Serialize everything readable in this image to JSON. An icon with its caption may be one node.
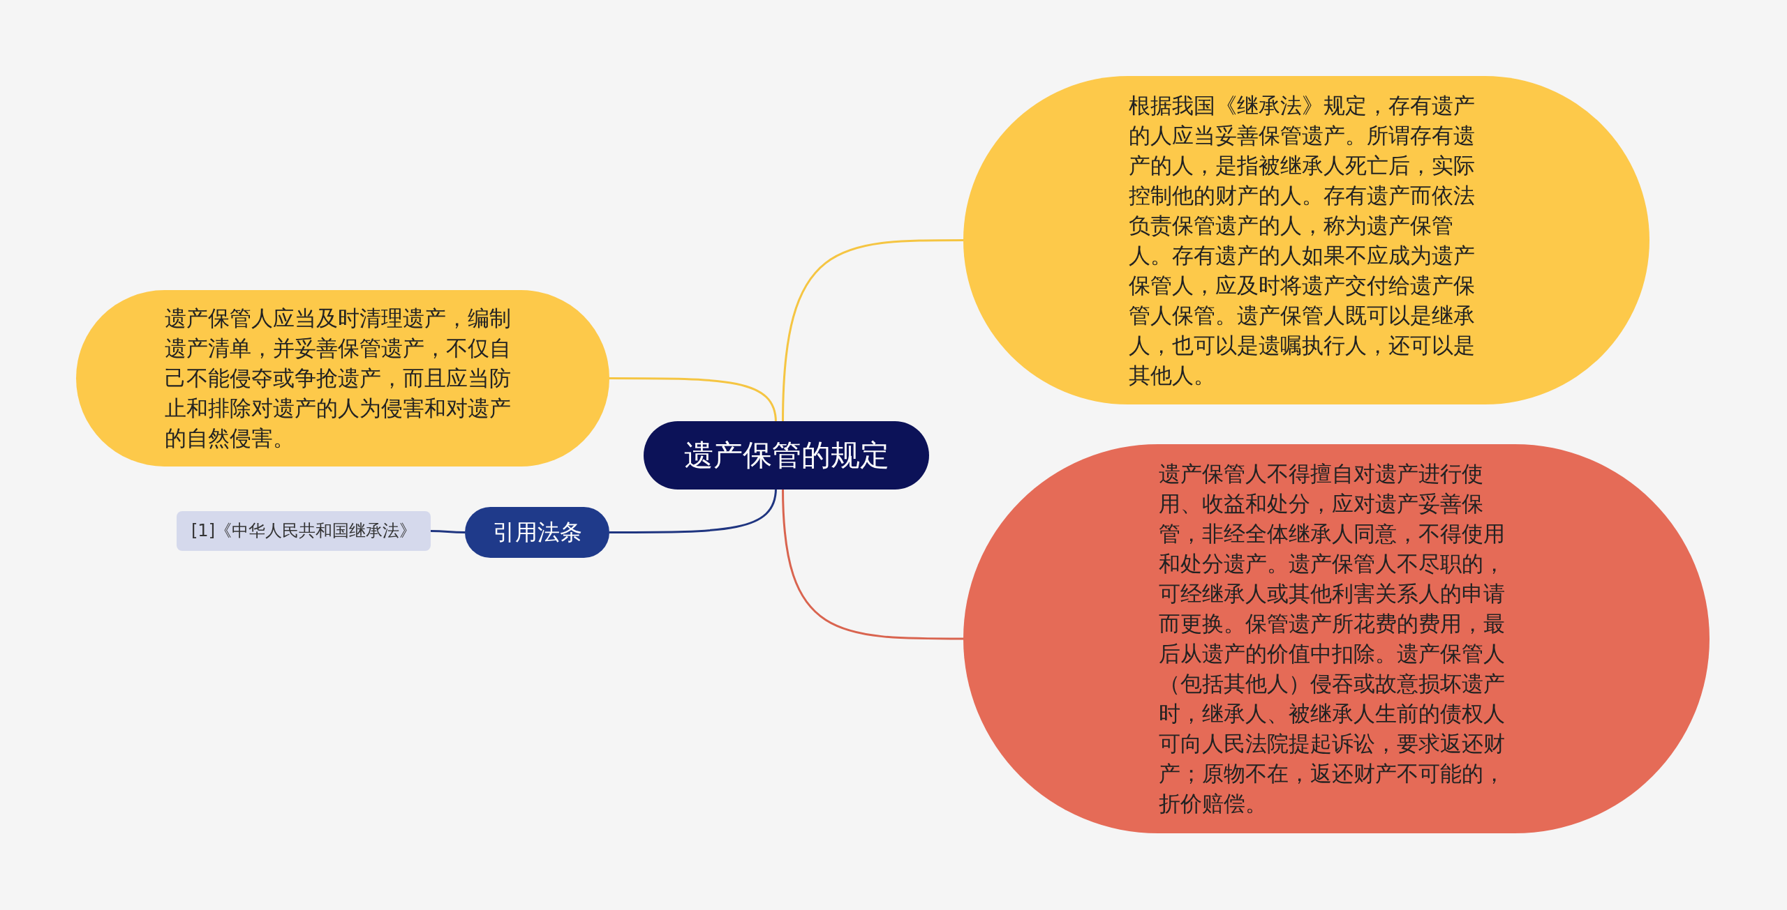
{
  "diagram": {
    "nodes": [
      {
        "text": [
          "遗产保管的规定"
        ]
      },
      {
        "text": [
          "根据我国《继承法》规定，存有遗产的人应当妥善保管遗产。所谓存有遗产的人，是指被继承人死亡后，实际控制他的财产的人。存有遗产而依法负责保管遗产的人，称为遗产保管人。存有遗产的人如果不应成为遗产保管人，应及时将遗产交付给遗产保管人保管。遗产保管人既可以是继承人，也可以是遗嘱执行人，还可以是其他人。"
        ]
      },
      {
        "text": [
          "遗产保管人应当及时清理遗产，编制遗产清单，并妥善保管遗产，不仅自己不能侵夺或争抢遗产，而且应当防止和排除对遗产的人为侵害和对遗产的自然侵害。"
        ]
      },
      {
        "text": [
          "遗产保管人不得擅自对遗产进行使用、收益和处分，应对遗产妥善保管，非经全体继承人同意，不得使用和处分遗产。遗产保管人不尽职的，可经继承人或其他利害关系人的申请而更换。保管遗产所花费的费用，最后从遗产的价值中扣除。遗产保管人（包括其他人）侵吞或故意损坏遗产时，继承人、被继承人生前的债权人可向人民法院提起诉讼，要求返还财产；原物不在，返还财产不可能的，折价赔偿。"
        ]
      },
      {
        "text": [
          "引用法条"
        ]
      },
      {
        "text": [
          "[1]《中华人民共和国继承法》"
        ]
      }
    ],
    "edges": [
      {
        "from": 0,
        "to": 1,
        "arrow": "none",
        "color": "#f5c542"
      },
      {
        "from": 0,
        "to": 2,
        "arrow": "none",
        "color": "#f5c542"
      },
      {
        "from": 0,
        "to": 3,
        "arrow": "none",
        "color": "#d9644f"
      },
      {
        "from": 0,
        "to": 4,
        "arrow": "none",
        "color": "#1f3580"
      },
      {
        "from": 4,
        "to": 5,
        "arrow": "none",
        "color": "#1f3580"
      }
    ]
  }
}
